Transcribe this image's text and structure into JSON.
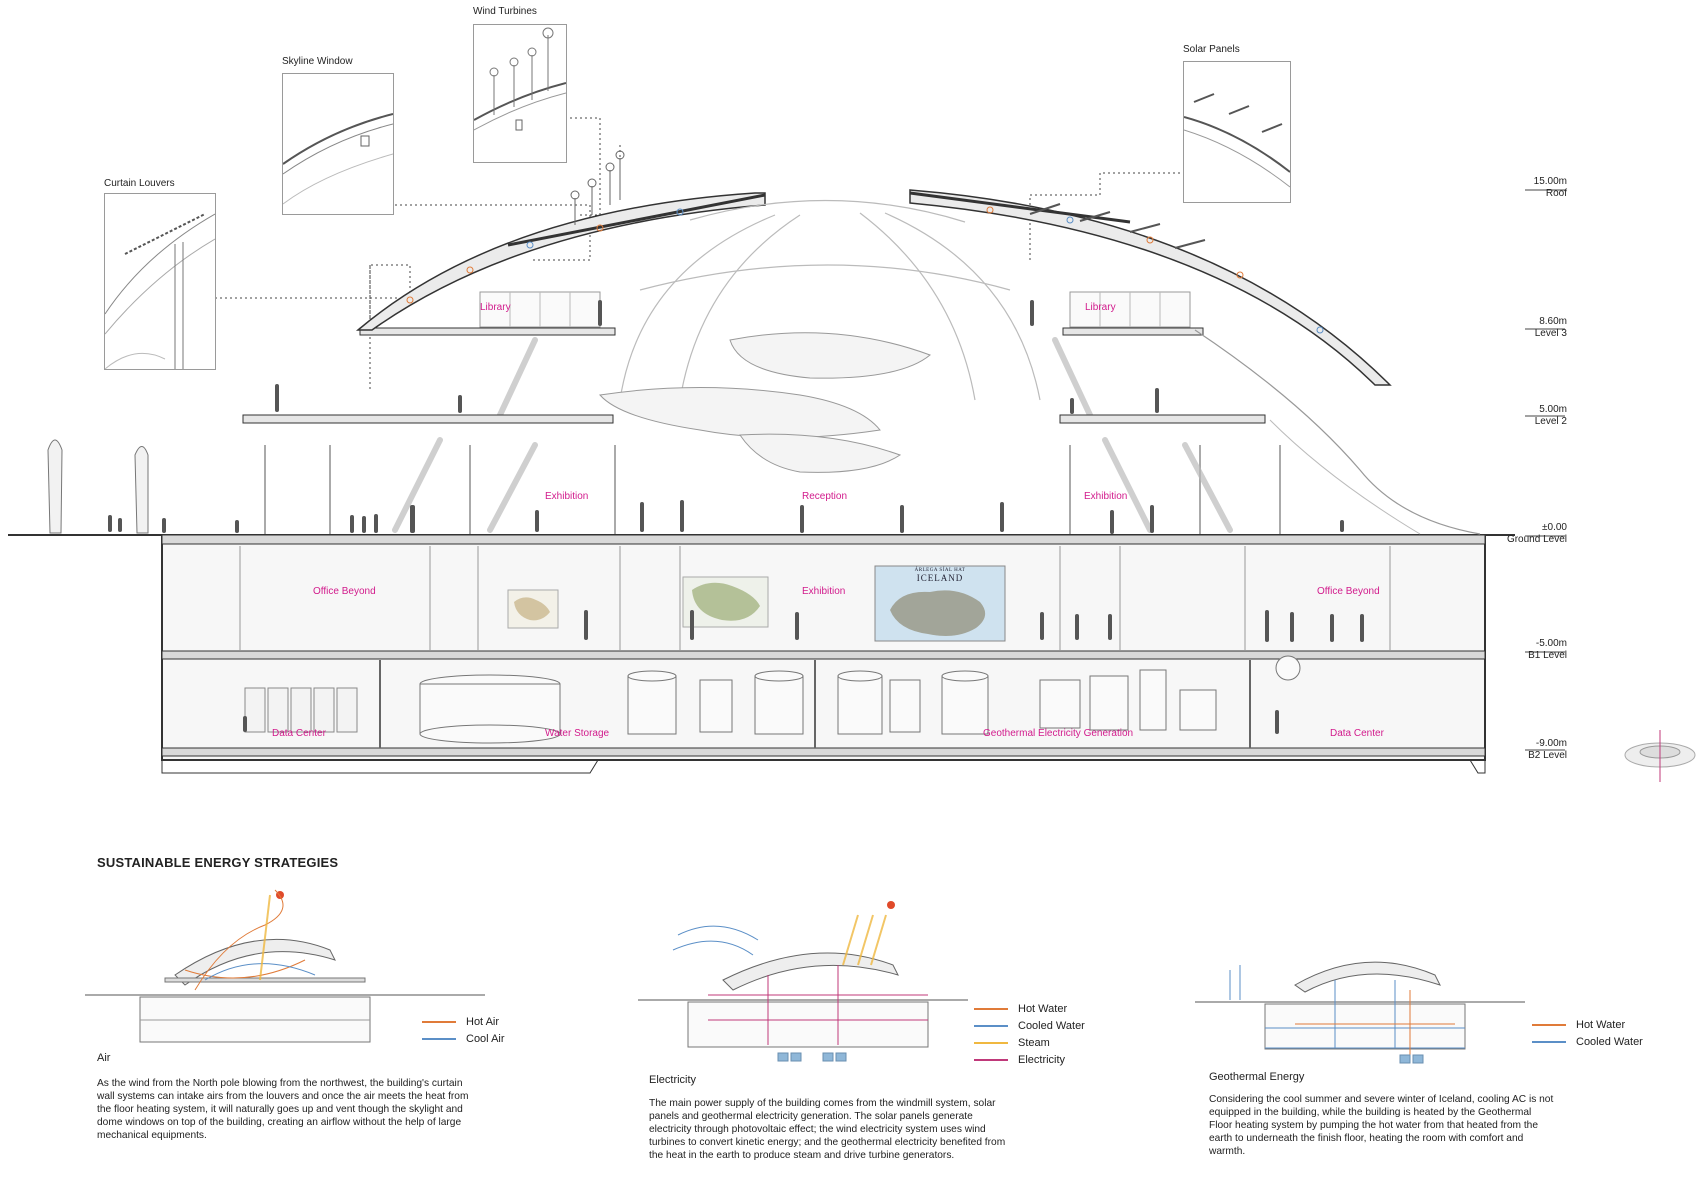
{
  "callouts": {
    "curtain_louvers": "Curtain Louvers",
    "skyline_window": "Skyline Window",
    "wind_turbines": "Wind Turbines",
    "solar_panels": "Solar Panels"
  },
  "levels": [
    {
      "elevation": "15.00m",
      "name": "Roof"
    },
    {
      "elevation": "8.60m",
      "name": "Level 3"
    },
    {
      "elevation": "5.00m",
      "name": "Level 2"
    },
    {
      "elevation": "±0.00",
      "name": "Ground Level"
    },
    {
      "elevation": "-5.00m",
      "name": "B1 Level"
    },
    {
      "elevation": "-9.00m",
      "name": "B2 Level"
    }
  ],
  "rooms": {
    "library_left": "Library",
    "library_right": "Library",
    "exhibition_left": "Exhibition",
    "reception": "Reception",
    "exhibition_right": "Exhibition",
    "office_left": "Office Beyond",
    "exhibition_b1": "Exhibition",
    "office_right": "Office Beyond",
    "data_center_left": "Data Center",
    "water_storage": "Water Storage",
    "geothermal_generation": "Geothermal Electricity Generation",
    "data_center_right": "Data Center"
  },
  "iceland_poster": {
    "kicker": "ÁRLEGA SÍAL HAT",
    "title": "ICELAND"
  },
  "section_title": "SUSTAINABLE ENERGY STRATEGIES",
  "strategies": [
    {
      "title": "Air",
      "legend": [
        "Hot Air",
        "Cool Air"
      ],
      "text": "As the wind from the North pole blowing from the northwest, the building's curtain wall systems can intake airs from the louvers and once the air meets the heat from the floor heating system, it will naturally goes up and vent though the skylight and dome windows on top of the building, creating an airflow without the help of large mechanical equipments."
    },
    {
      "title": "Electricity",
      "legend": [
        "Hot Water",
        "Cooled Water",
        "Steam",
        "Electricity"
      ],
      "text": "The main power supply of the building comes from the windmill system, solar panels and geothermal electricity generation. The solar panels generate electricity through photovoltaic effect; the wind electricity system uses  wind turbines to convert kinetic energy; and the geothermal electricity benefited from the heat in the earth to produce steam and drive turbine generators."
    },
    {
      "title": "Geothermal Energy",
      "legend": [
        "Hot Water",
        "Cooled Water"
      ],
      "text": "Considering the cool summer and severe winter of Iceland, cooling AC is not equipped in the building, while the building is heated by the Geothermal Floor heating system by pumping the hot water from that heated from the earth to underneath the finish floor, heating the room with comfort and warmth."
    }
  ],
  "colors": {
    "room_label": "#d21b8c",
    "hot": "#e07b39",
    "cool": "#5b8fc7",
    "steam": "#f0b840",
    "electricity": "#c0397a",
    "line": "#666666"
  },
  "icons": [
    "sun-icon",
    "wind-turbine-icon",
    "solar-panel-icon",
    "person-icon",
    "water-tank-icon",
    "server-rack-icon",
    "compass-icon"
  ]
}
